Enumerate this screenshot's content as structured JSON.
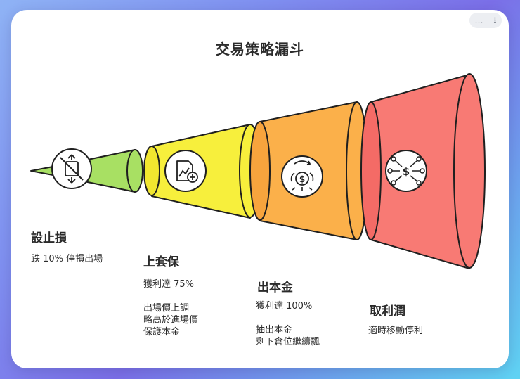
{
  "title": "交易策略漏斗",
  "toolbar": {
    "more_icon": "…",
    "download_icon": "⭳"
  },
  "colors": {
    "stage1": "#a8e063",
    "stage2": "#f7ef3c",
    "stage3": "#fbb04a",
    "stage4": "#f87a74",
    "outline": "#1f1f1f"
  },
  "stages": [
    {
      "heading": "設止損",
      "icon": "no-flip-icon",
      "lines": [
        "跌 10% 停損出場"
      ]
    },
    {
      "heading": "上套保",
      "icon": "chart-add-icon",
      "lines": [
        "獲利達 75%",
        "",
        "出場價上調",
        "略高於進場價",
        "保護本金"
      ]
    },
    {
      "heading": "出本金",
      "icon": "money-coins-icon",
      "lines": [
        "獲利達 100%",
        "",
        "抽出本金",
        "剩下倉位繼續飄"
      ]
    },
    {
      "heading": "取利潤",
      "icon": "network-dollar-icon",
      "lines": [
        "適時移動停利"
      ]
    }
  ]
}
